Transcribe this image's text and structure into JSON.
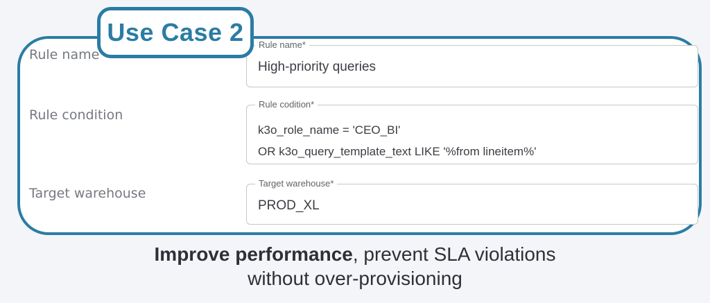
{
  "accent_color": "#2b7ca4",
  "background_color": "#f4f5f9",
  "badge": {
    "label": "Use Case 2"
  },
  "panel": {
    "rows": [
      {
        "label": "Rule name",
        "field_label": "Rule name*",
        "value": "High-priority queries"
      },
      {
        "label": "Rule condition",
        "field_label": "Rule codition*",
        "value_lines": [
          "k3o_role_name = 'CEO_BI'",
          "OR k3o_query_template_text LIKE '%from lineitem%'"
        ]
      },
      {
        "label": "Target warehouse",
        "field_label": "Target warehouse*",
        "value": "PROD_XL"
      }
    ]
  },
  "caption": {
    "bold": "Improve performance",
    "rest": ", prevent SLA violations",
    "line2": "without over-provisioning"
  }
}
